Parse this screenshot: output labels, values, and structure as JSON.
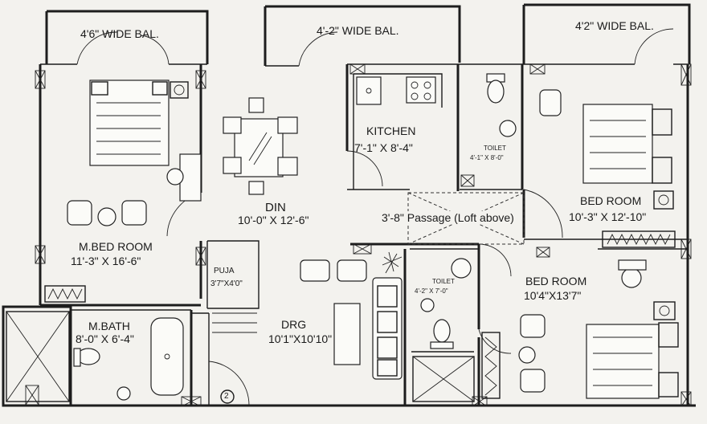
{
  "rooms": {
    "bal_left": {
      "name": "4'6\" WIDE BAL."
    },
    "bal_mid": {
      "name": "4'-2\" WIDE BAL."
    },
    "bal_right": {
      "name": "4'2\" WIDE BAL."
    },
    "kitchen": {
      "name": "KITCHEN",
      "size": "7'-1\" X 8'-4\""
    },
    "toilet_top": {
      "name": "TOILET",
      "size": "4'-1\" X 8'-0\""
    },
    "bed_right": {
      "name": "BED ROOM",
      "size": "10'-3\" X 12'-10\""
    },
    "din": {
      "name": "DIN",
      "size": "10'-0\" X 12'-6\""
    },
    "passage": {
      "label": "3'-8\" Passage (Loft above)"
    },
    "mbed": {
      "name": "M.BED ROOM",
      "size": "11'-3\" X 16'-6\""
    },
    "puja": {
      "name": "PUJA",
      "size": "3'7\"X4'0\""
    },
    "toilet_mid": {
      "name": "TOILET",
      "size": "4'-2\" X 7'-0\""
    },
    "bed_lower": {
      "name": "BED ROOM",
      "size": "10'4\"X13'7\""
    },
    "mbath": {
      "name": "M.BATH",
      "size": "8'-0\" X 6'-4\""
    },
    "drg": {
      "name": "DRG",
      "size": "10'1\"X10'10\""
    }
  },
  "entry_marker": "2"
}
